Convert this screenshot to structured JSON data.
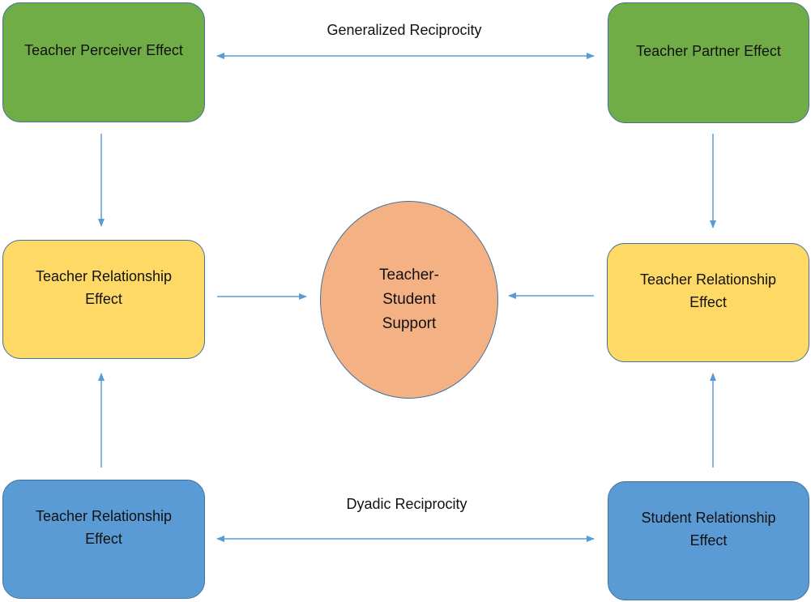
{
  "nodes": {
    "top_left": "Teacher Perceiver Effect",
    "top_right": "Teacher Partner Effect",
    "middle_left": "Teacher Relationship Effect",
    "middle_right": "Teacher Relationship Effect",
    "bottom_left": "Teacher Relationship Effect",
    "bottom_right": "Student Relationship Effect",
    "center": "Teacher-Student Support"
  },
  "edges": {
    "top_label": "Generalized Reciprocity",
    "bottom_label": "Dyadic Reciprocity"
  },
  "colors": {
    "green": "#70ad47",
    "yellow": "#ffd966",
    "blue": "#5b9bd5",
    "center": "#f4b183",
    "arrow": "#5b9bd5"
  }
}
